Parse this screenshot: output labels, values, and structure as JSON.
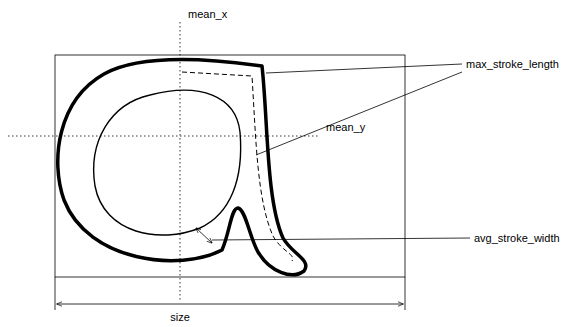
{
  "diagram": {
    "labels": [
      "mean_x",
      "mean_y",
      "max_stroke_length",
      "avg_stroke_width",
      "size"
    ]
  }
}
